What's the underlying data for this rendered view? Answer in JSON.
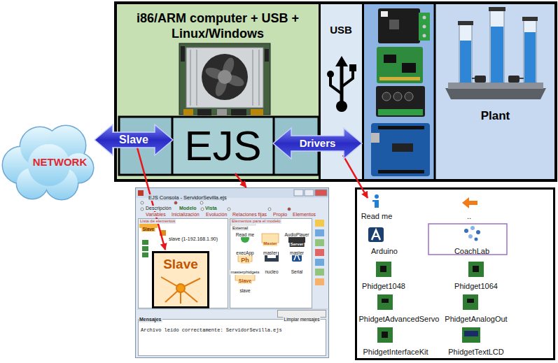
{
  "diagram": {
    "nodes": [
      {
        "text": [
          "i86/ARM computer + USB + Linux/Windows"
        ]
      },
      {
        "text": [
          "EJS"
        ],
        "in": 0
      },
      {
        "text": [
          "USB"
        ]
      },
      {
        "text": [
          "Plant"
        ]
      },
      {
        "text": [
          "NETWORK"
        ]
      },
      {
        "text": [
          "EJS Consola - ServidorSevilla.ejs"
        ]
      },
      {
        "text": [
          "Slave"
        ],
        "in": 5
      },
      {
        "text": [
          "Read me",
          "..",
          "Arduino",
          "CoachLab",
          "Phidget1048",
          "Phidget1064",
          "PhidgetAdvancedServo",
          "PhidgetAnalogOut",
          "PhidgetInterfaceKit",
          "PhidgetTextLCD"
        ]
      }
    ],
    "edges": [
      {
        "from": 4,
        "to": 1,
        "label": "Slave",
        "arrow": "both"
      },
      {
        "from": 1,
        "to": 2,
        "label": "Drivers",
        "arrow": "both"
      },
      {
        "from": 1,
        "to": 5,
        "arrow": "to"
      }
    ],
    "labels": [
      "Descripción",
      "Modelo",
      "Vista",
      "Variables",
      "Inicialización",
      "Evolución",
      "Relaciones fijas",
      "Propio",
      "Elementos",
      "Lista de elementos",
      "Elementos para el modelo",
      "Slave",
      "slave (1-192.168.1.90)",
      "External",
      "Read me",
      "AudioPlayer",
      "Master",
      "Server",
      "execApp",
      "master",
      "master",
      "Ph",
      "masterphidgets",
      "nucleo",
      "Serial",
      "Slave",
      "slave",
      "Mensajes",
      "Limpiar mensajes",
      "Archivo leído correctamente: ServidorSevilla.ejs"
    ]
  }
}
